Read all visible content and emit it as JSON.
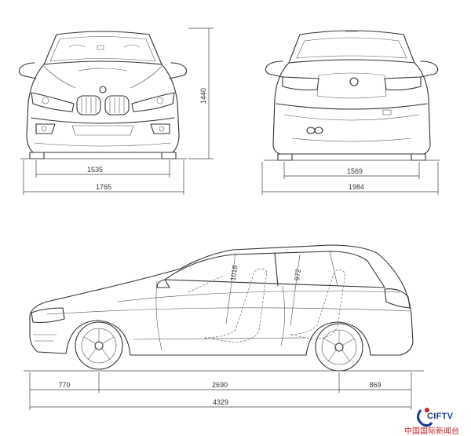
{
  "dimensions": {
    "front_track": "1535",
    "front_width": "1765",
    "height": "1440",
    "rear_track": "1569",
    "rear_width": "1984",
    "headroom_front": "1018",
    "headroom_rear": "972",
    "front_overhang": "770",
    "wheelbase": "2690",
    "rear_overhang": "869",
    "length": "4329"
  },
  "watermark": {
    "brand": "CIFTV",
    "chinese": "中国国际新闻台"
  },
  "colors": {
    "line": "#333333",
    "brand_blue": "#1b3a8c",
    "brand_red": "#c0272d"
  }
}
